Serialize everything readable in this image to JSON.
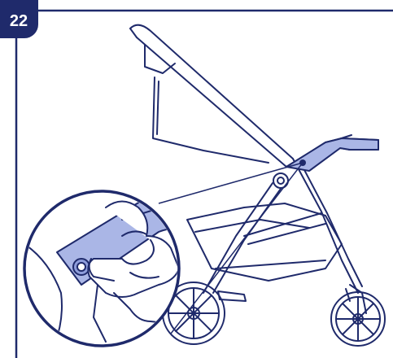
{
  "step": {
    "number": "22"
  },
  "colors": {
    "line": "#1f2a6b",
    "highlight": "#aab6e6",
    "highlight_dark": "#8e9ddb",
    "background": "#ffffff"
  },
  "illustration": {
    "subject": "stroller-frame",
    "detail": "hand-pressing-handle-release-button"
  }
}
